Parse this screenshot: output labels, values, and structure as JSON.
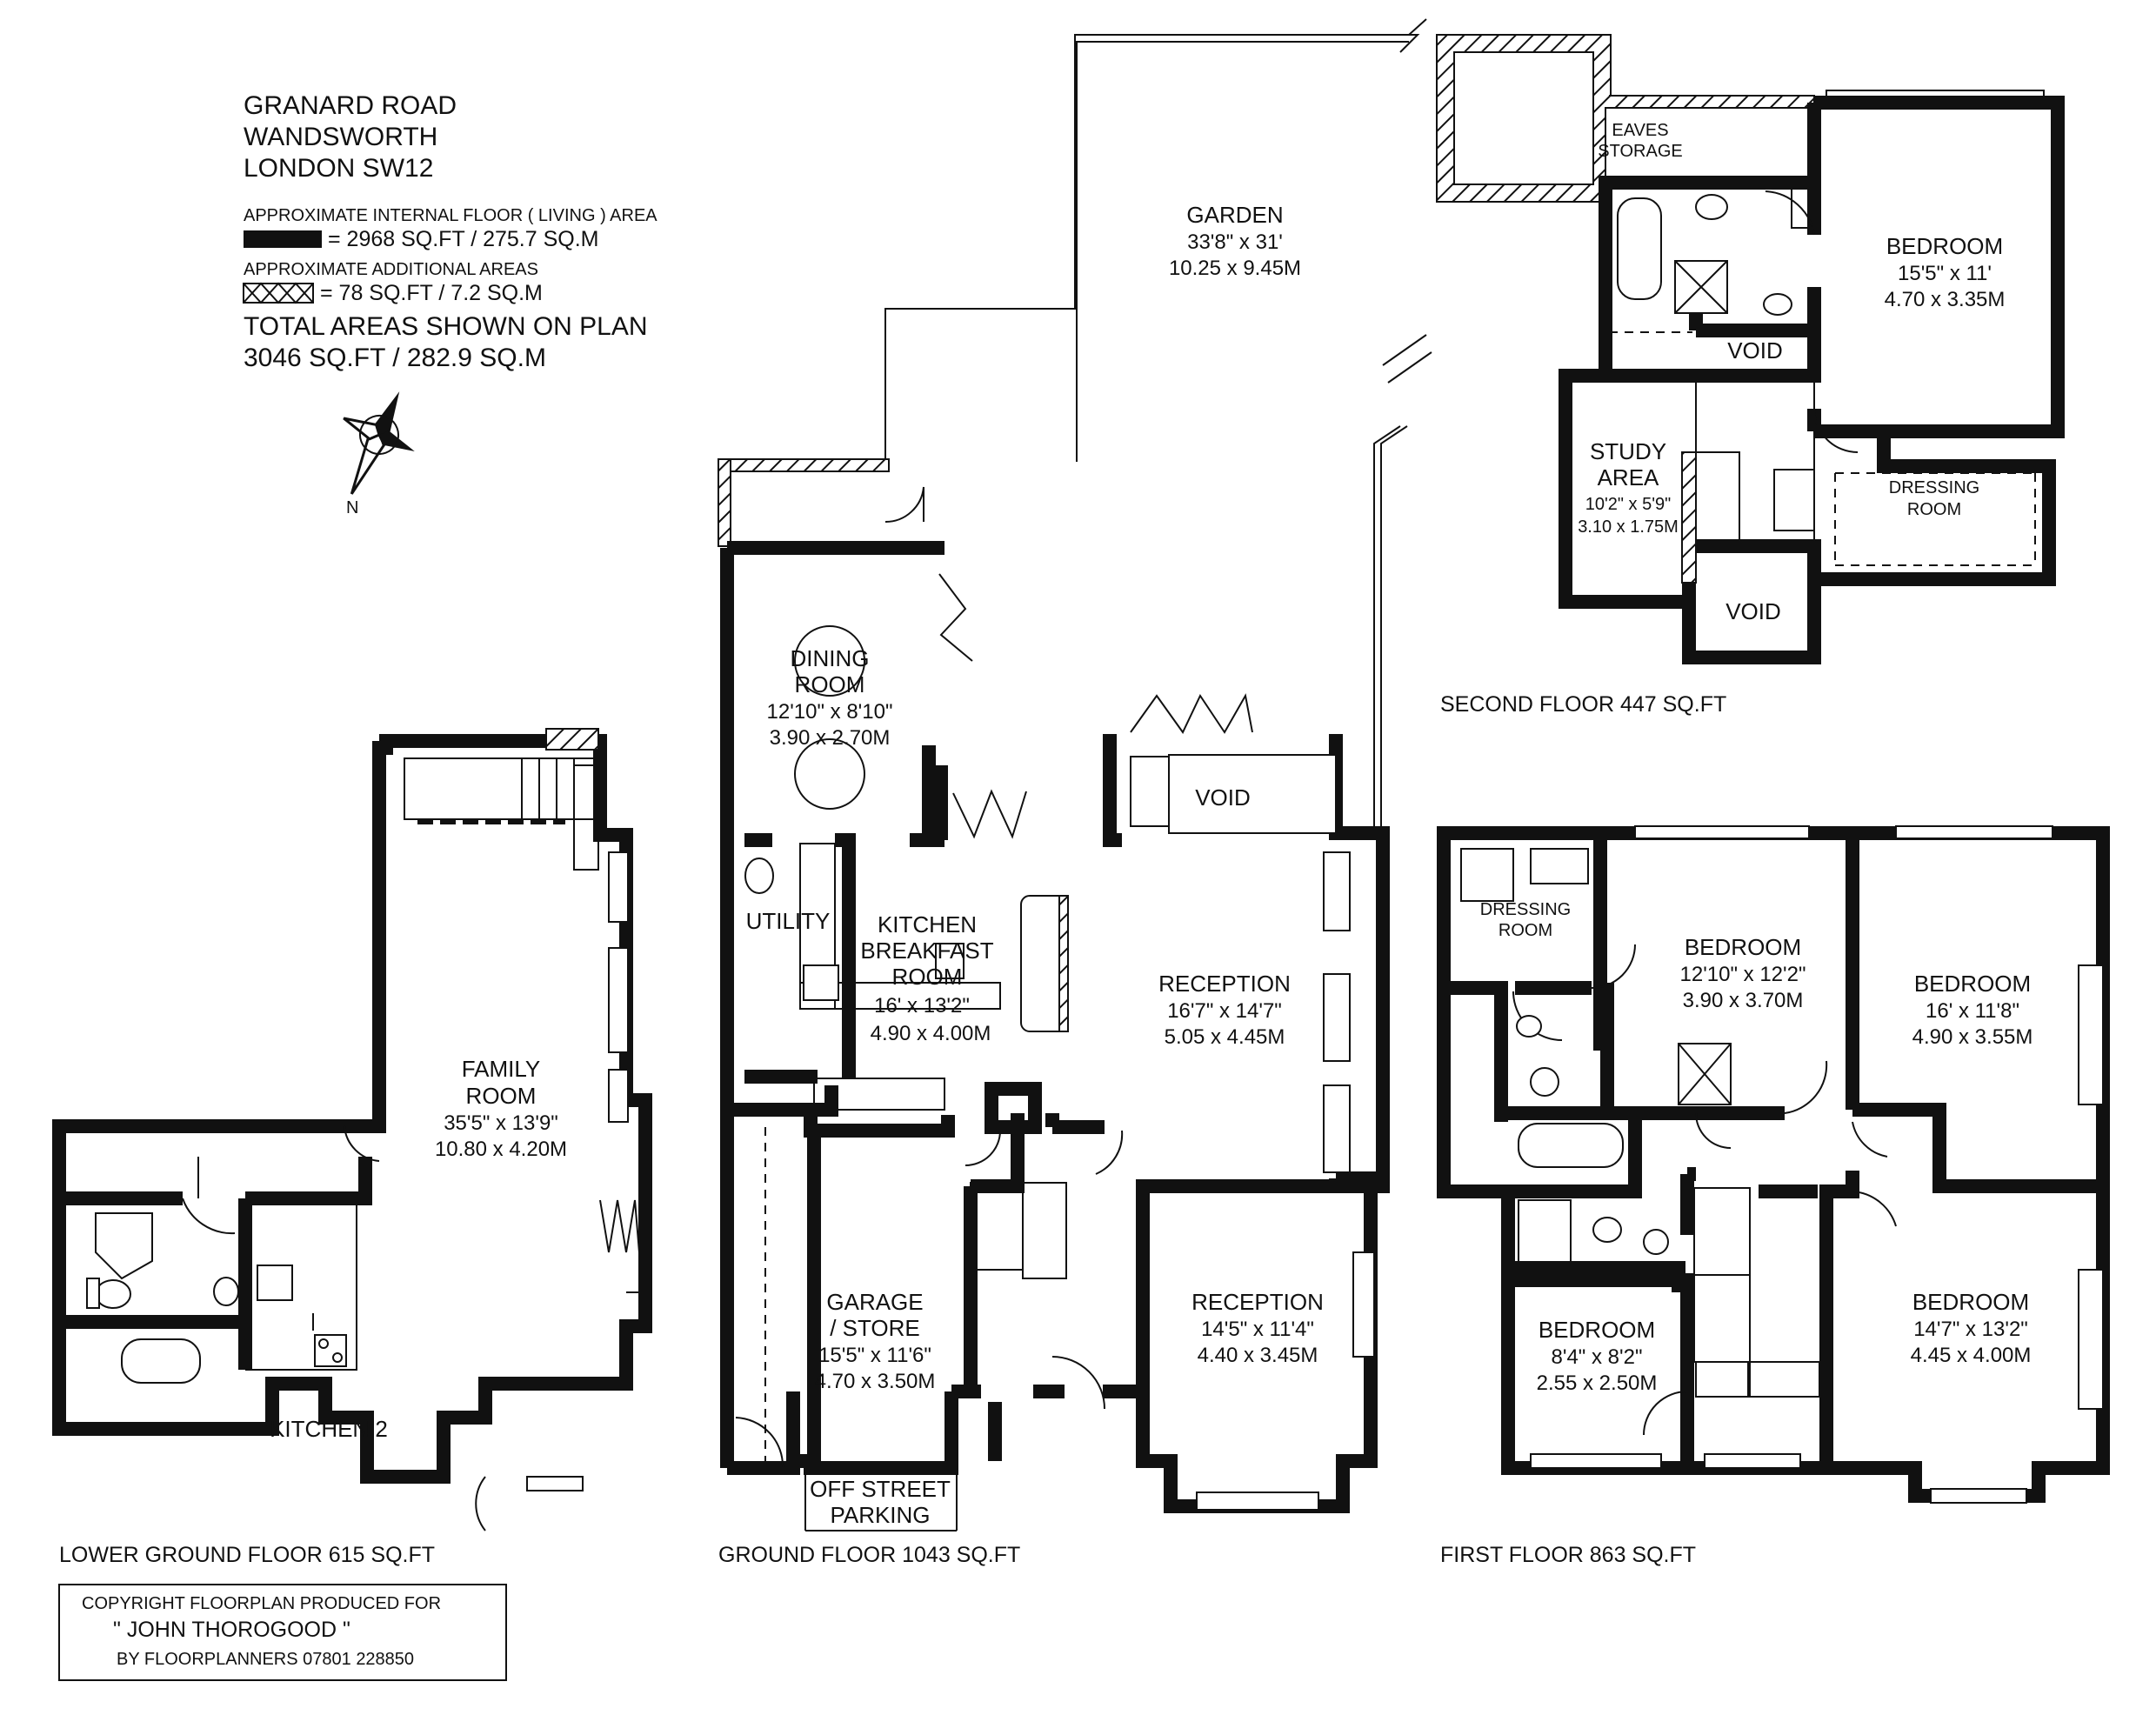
{
  "address": [
    "GRANARD ROAD",
    "WANDSWORTH",
    "LONDON SW12"
  ],
  "legend": {
    "internal_label": "APPROXIMATE INTERNAL FLOOR ( LIVING ) AREA",
    "internal_value": "= 2968 SQ.FT / 275.7 SQ.M",
    "additional_label": "APPROXIMATE ADDITIONAL AREAS",
    "additional_value": "= 78 SQ.FT / 7.2 SQ.M",
    "total_label": "TOTAL AREAS SHOWN ON PLAN",
    "total_value": "3046 SQ.FT / 282.9 SQ.M"
  },
  "compass": {
    "north_label": "N"
  },
  "floors": {
    "lower_ground": "LOWER GROUND FLOOR 615 SQ.FT",
    "ground": "GROUND FLOOR 1043 SQ.FT",
    "first": "FIRST FLOOR 863 SQ.FT",
    "second": "SECOND FLOOR 447 SQ.FT"
  },
  "rooms": {
    "family": {
      "name": [
        "FAMILY",
        "ROOM"
      ],
      "imperial": "35'5\" x 13'9\"",
      "metric": "10.80 x 4.20M"
    },
    "kitchen2": {
      "name": "KITCHEN 2"
    },
    "garden": {
      "name": "GARDEN",
      "imperial": "33'8\" x 31'",
      "metric": "10.25 x 9.45M"
    },
    "dining": {
      "name": [
        "DINING",
        "ROOM"
      ],
      "imperial": "12'10\" x 8'10\"",
      "metric": "3.90 x 2.70M"
    },
    "utility": {
      "name": "UTILITY"
    },
    "kitchen": {
      "name": [
        "KITCHEN",
        "BREAKFAST",
        "ROOM"
      ],
      "imperial": "16' x 13'2\"",
      "metric": "4.90 x 4.00M"
    },
    "reception_rear": {
      "name": "RECEPTION",
      "imperial": "16'7\" x 14'7\"",
      "metric": "5.05 x 4.45M"
    },
    "reception_front": {
      "name": "RECEPTION",
      "imperial": "14'5\" x 11'4\"",
      "metric": "4.40 x 3.45M"
    },
    "garage": {
      "name": [
        "GARAGE",
        "/ STORE"
      ],
      "imperial": "15'5\" x 11'6\"",
      "metric": "4.70 x 3.50M"
    },
    "parking": {
      "name": [
        "OFF STREET",
        "PARKING"
      ]
    },
    "void_ground": {
      "name": "VOID"
    },
    "eaves": {
      "name": [
        "EAVES",
        "STORAGE"
      ]
    },
    "bedroom_2nd": {
      "name": "BEDROOM",
      "imperial": "15'5\" x 11'",
      "metric": "4.70 x 3.35M"
    },
    "void_2nd_top": {
      "name": "VOID"
    },
    "void_2nd_bottom": {
      "name": "VOID"
    },
    "study": {
      "name": [
        "STUDY",
        "AREA"
      ],
      "imperial": "10'2\" x 5'9\"",
      "metric": "3.10 x 1.75M"
    },
    "dressing_2nd": {
      "name": [
        "DRESSING",
        "ROOM"
      ]
    },
    "dressing_1st": {
      "name": [
        "DRESSING",
        "ROOM"
      ]
    },
    "bedroom_1a": {
      "name": "BEDROOM",
      "imperial": "12'10\" x 12'2\"",
      "metric": "3.90 x 3.70M"
    },
    "bedroom_1b": {
      "name": "BEDROOM",
      "imperial": "16' x 11'8\"",
      "metric": "4.90 x 3.55M"
    },
    "bedroom_1c": {
      "name": "BEDROOM",
      "imperial": "8'4\" x 8'2\"",
      "metric": "2.55 x 2.50M"
    },
    "bedroom_1d": {
      "name": "BEDROOM",
      "imperial": "14'7\" x 13'2\"",
      "metric": "4.45 x 4.00M"
    }
  },
  "copyright": {
    "line1": "COPYRIGHT FLOORPLAN PRODUCED FOR",
    "line2": "\" JOHN THOROGOOD \"",
    "line3": "BY FLOORPLANNERS 07801 228850"
  }
}
